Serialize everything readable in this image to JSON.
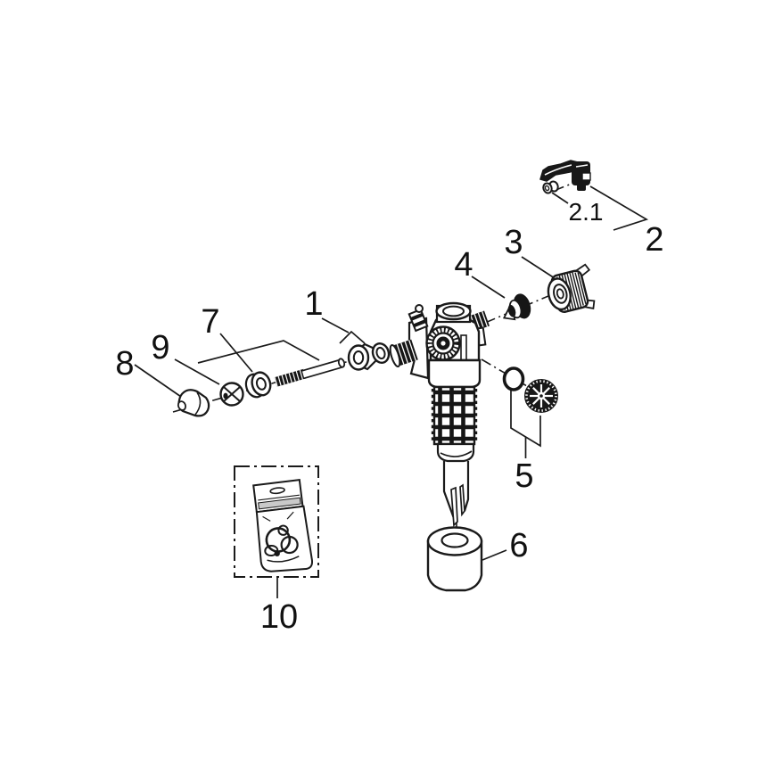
{
  "colors": {
    "background": "#ffffff",
    "line": "#1a1a1a"
  },
  "callouts": {
    "1": "1",
    "2": "2",
    "2_1": "2.1",
    "3": "3",
    "4": "4",
    "5": "5",
    "6": "6",
    "7": "7",
    "8": "8",
    "9": "9",
    "10": "10"
  }
}
